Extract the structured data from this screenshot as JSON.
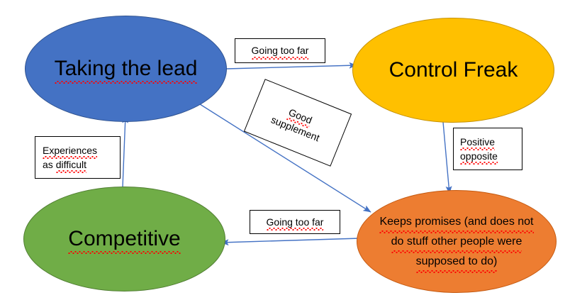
{
  "diagram": {
    "type": "concept-map",
    "background_color": "#FFFFFF",
    "nodes": [
      {
        "id": "taking-the-lead",
        "label": "Taking the lead",
        "shape": "ellipse",
        "fill_color": "#4472C4",
        "border_color": "#2F528F",
        "spellcheck_underline": true
      },
      {
        "id": "control-freak",
        "label": "Control Freak",
        "shape": "ellipse",
        "fill_color": "#FFC000",
        "border_color": "#C69100",
        "spellcheck_underline": false
      },
      {
        "id": "competitive",
        "label": "Competitive",
        "shape": "ellipse",
        "fill_color": "#70AD47",
        "border_color": "#507E32",
        "spellcheck_underline": true
      },
      {
        "id": "keeps-promises",
        "label_line1": "Keeps promises (and does not",
        "label_line2": "do stuff other people were",
        "label_line3": "supposed to do)",
        "shape": "ellipse",
        "fill_color": "#ED7D31",
        "border_color": "#C55A11",
        "spellcheck_underline": true
      }
    ],
    "edge_color": "#4472C4",
    "edges": [
      {
        "id": "taking-lead-to-control-freak",
        "from": "taking-the-lead",
        "to": "control-freak",
        "label": "Going too far"
      },
      {
        "id": "taking-lead-to-keeps-promises",
        "from": "taking-the-lead",
        "to": "keeps-promises",
        "label_line1": "Good",
        "label_line2": "supplement"
      },
      {
        "id": "control-freak-to-keeps-promises",
        "from": "control-freak",
        "to": "keeps-promises",
        "label_line1": "Positive",
        "label_line2": "opposite"
      },
      {
        "id": "keeps-promises-to-competitive",
        "from": "keeps-promises",
        "to": "competitive",
        "label": "Going too far"
      },
      {
        "id": "competitive-to-taking-lead",
        "from": "competitive",
        "to": "taking-the-lead",
        "label_line1": "Experiences",
        "label_line2": "as difficult"
      }
    ]
  }
}
